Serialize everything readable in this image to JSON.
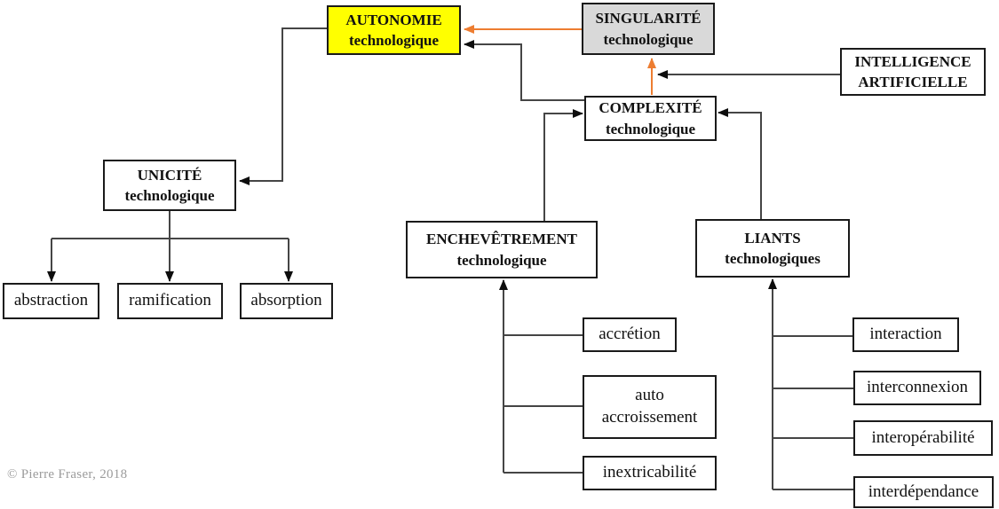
{
  "nodes": {
    "autonomie": {
      "line1": "AUTONOMIE",
      "line2": "technologique"
    },
    "singularite": {
      "line1": "SINGULARITÉ",
      "line2": "technologique"
    },
    "intelligence": {
      "line1": "INTELLIGENCE",
      "line2": "ARTIFICIELLE"
    },
    "complexite": {
      "line1": "COMPLEXITÉ",
      "line2": "technologique"
    },
    "unicite": {
      "line1": "UNICITÉ",
      "line2": "technologique"
    },
    "enchevetrement": {
      "line1": "ENCHEVÊTREMENT",
      "line2": "technologique"
    },
    "liants": {
      "line1": "LIANTS",
      "line2": "technologiques"
    },
    "abstraction": {
      "label": "abstraction"
    },
    "ramification": {
      "label": "ramification"
    },
    "absorption": {
      "label": "absorption"
    },
    "accretion": {
      "label": "accrétion"
    },
    "auto_accroissement": {
      "line1": "auto",
      "line2": "accroissement"
    },
    "inextricabilite": {
      "label": "inextricabilité"
    },
    "interaction": {
      "label": "interaction"
    },
    "interconnexion": {
      "label": "interconnexion"
    },
    "interoperabilite": {
      "label": "interopérabilité"
    },
    "interdependance": {
      "label": "interdépendance"
    }
  },
  "credit": "© Pierre Fraser, 2018",
  "colors": {
    "highlight_fill": "#FFFF00",
    "gray_fill": "#D9D9D9",
    "orange_accent": "#ED7D31",
    "connector": "#454545"
  }
}
